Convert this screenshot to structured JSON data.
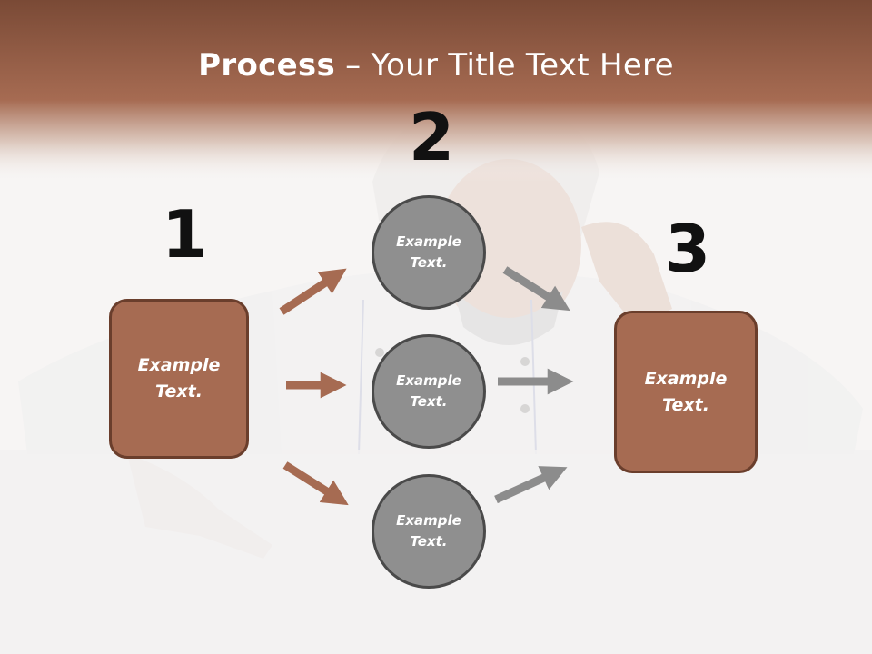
{
  "title": {
    "bold": "Process",
    "rest": " – Your Title Text Here"
  },
  "steps": [
    {
      "number": "1",
      "label_line1": "Example",
      "label_line2": "Text."
    },
    {
      "number": "2",
      "label_line1": "Example",
      "label_line2": "Text."
    },
    {
      "number": "3",
      "label_line1": "Example",
      "label_line2": "Text."
    }
  ],
  "circles": [
    {
      "label_line1": "Example",
      "label_line2": "Text."
    },
    {
      "label_line1": "Example",
      "label_line2": "Text."
    },
    {
      "label_line1": "Example",
      "label_line2": "Text."
    }
  ],
  "colors": {
    "header_brown": "#a66b52",
    "box_fill": "#a66b52",
    "box_border": "#6a3e2c",
    "circle_fill": "#8f8f8f",
    "circle_border": "#4a4a4a",
    "brown_arrow": "#a66b52",
    "gray_arrow": "#8c8c8c"
  }
}
